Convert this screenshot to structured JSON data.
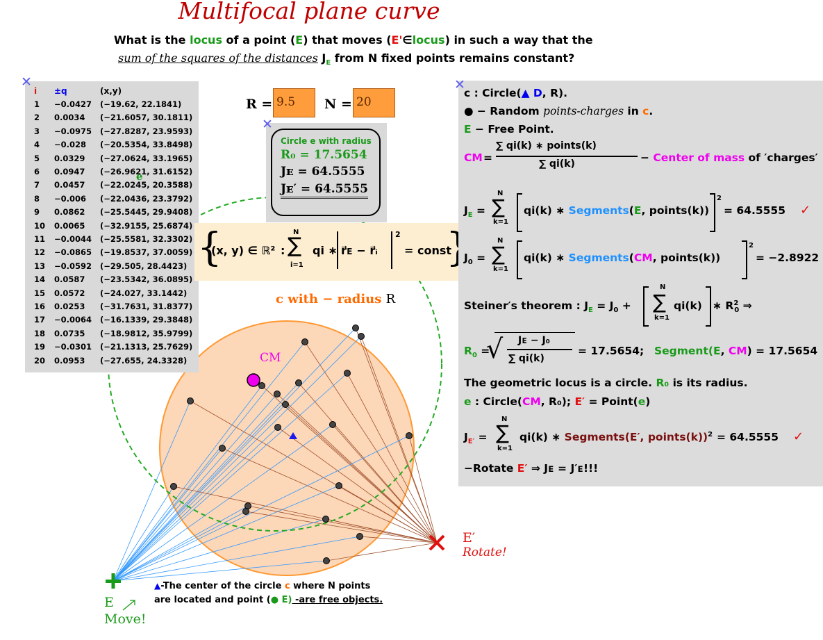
{
  "title": "Multifocal plane curve",
  "question": {
    "l1": [
      "What is the ",
      "locus",
      " of a point (",
      "E",
      ") that moves (",
      "E'",
      "∈",
      "locus",
      ") in such a way that the"
    ],
    "l2a": "sum of the squares of the distances",
    "l2b": " J",
    "l2c": "E",
    "l2d": " from N fixed points remains constant?"
  },
  "table": {
    "headers": [
      "i",
      "±q",
      "(x,y)"
    ],
    "rows": [
      [
        "1",
        "−0.0427",
        "(−19.62, 22.1841)"
      ],
      [
        "2",
        "0.0034",
        "(−21.6057, 30.1811)"
      ],
      [
        "3",
        "−0.0975",
        "(−27.8287, 23.9593)"
      ],
      [
        "4",
        "−0.028",
        "(−20.5354, 33.8498)"
      ],
      [
        "5",
        "0.0329",
        "(−27.0624, 33.1965)"
      ],
      [
        "6",
        "0.0947",
        "(−26.9621, 31.6152)"
      ],
      [
        "7",
        "0.0457",
        "(−22.0245, 20.3588)"
      ],
      [
        "8",
        "−0.006",
        "(−22.0436, 23.3792)"
      ],
      [
        "9",
        "0.0862",
        "(−25.5445, 29.9408)"
      ],
      [
        "10",
        "0.0065",
        "(−32.9155, 25.6874)"
      ],
      [
        "11",
        "−0.0044",
        "(−25.5581, 32.3302)"
      ],
      [
        "12",
        "−0.0865",
        "(−19.8537, 37.0059)"
      ],
      [
        "13",
        "−0.0592",
        "(−29.505, 28.4423)"
      ],
      [
        "14",
        "0.0587",
        "(−23.5342, 36.0895)"
      ],
      [
        "15",
        "0.0572",
        "(−24.027, 33.1442)"
      ],
      [
        "16",
        "0.0253",
        "(−31.7631, 31.8377)"
      ],
      [
        "17",
        "−0.0064",
        "(−16.1339, 29.3848)"
      ],
      [
        "18",
        "0.0735",
        "(−18.9812, 35.9799)"
      ],
      [
        "19",
        "−0.0301",
        "(−21.1313, 25.7629)"
      ],
      [
        "20",
        "0.0953",
        "(−27.655, 24.3328)"
      ]
    ]
  },
  "inputs": {
    "r_label": "R =",
    "r_value": "9.5",
    "n_label": "N =",
    "n_value": "20"
  },
  "ebox": {
    "title": "Circle e with radius",
    "r0": "R₀ = 17.5654",
    "je": "Jᴇ = 64.5555",
    "je2": "Jᴇ′ = 64.5555"
  },
  "formula": {
    "left": "(x, y) ∈ ℝ²",
    "colon": ":",
    "sum_top": "N",
    "sum_bot": "i=1",
    "qi": "qi ∗",
    "vec": "r⃗ᴇ − r⃗ᵢ",
    "pow": "2",
    "rhs": "= const"
  },
  "labels": {
    "c_with": "c with",
    "radius": " − radius ",
    "R": "R",
    "cm": "CM",
    "e_small": "e",
    "E": "E",
    "move": "Move!",
    "Eprime": "E′",
    "rotate": "Rotate!",
    "note1": "-The center of the circle ",
    "note1c": "c",
    "note1b": " where N points",
    "note2a": "are located and point (",
    "note2b": " E)",
    "note2c": " -are free objects."
  },
  "right": {
    "l1a": "c : Circle(",
    "l1b": " D",
    "l1c": ", R).",
    "l2a": " − Random ",
    "l2b": "points-charges",
    "l2c": " in ",
    "l2d": "c",
    "l2e": ".",
    "l3a": "E",
    "l3b": "  − Free Point.",
    "cm_a": "CM",
    "cm_num": "∑ qi(k) ∗ points(k)",
    "cm_den": "∑ qi(k)",
    "cm_top": "N",
    "cm_bot": "k=1",
    "cm_b": " − ",
    "cm_c": "Center of mass",
    "cm_d": " of ′charges′",
    "je_lhs": "J",
    "je_sub": "E",
    "je_eq": "=",
    "je_body1": "qi(k) ∗ ",
    "je_seg": "Segments",
    "je_args1": "(",
    "je_E": "E",
    "je_args2": ", points(k))",
    "je_val": "= 64.5555",
    "check": "✓",
    "j0_lhs": "J",
    "j0_sub": "0",
    "j0_CM": "CM",
    "j0_val": "= −2.8922",
    "st_a": "Steiner′s theorem :  J",
    "st_b": " = J",
    "st_c": " + ",
    "st_body": "qi(k)",
    "st_d": " ∗ R",
    "st_e": " ⇒",
    "r0_a": "R",
    "r0_num": "Jᴇ − J₀",
    "r0_den": "∑ qi(k)",
    "r0_val": "= 17.5654;",
    "r0_seg": "Segment(",
    "r0_segE": "E",
    "r0_segCM": "CM",
    "r0_segval": ") = 17.5654",
    "loc_a": "The geometric locus  is a circle. ",
    "loc_b": "R₀",
    "loc_c": " is its radius.",
    "e_a": "e",
    "e_b": " : Circle(",
    "e_c": "CM",
    "e_d": ", R₀);  ",
    "e_e": "E′",
    "e_f": " = Point(",
    "e_g": "e",
    "e_h": ")",
    "jep_seg": "Segments",
    "jep_args": "(E′, points(k))",
    "jep_val": "= 64.5555",
    "rot_a": "−Rotate ",
    "rot_b": "E′",
    "rot_c": " ⇒ Jᴇ = J′ᴇ!!!"
  },
  "colors": {
    "title": "#c00000",
    "green": "#1a9a1a",
    "magenta": "#ee00ee",
    "orange_fill": "#fcd3b0",
    "orange_stroke": "#ff9933",
    "brown_line": "#a0522d",
    "blue_line": "#3399ff"
  }
}
